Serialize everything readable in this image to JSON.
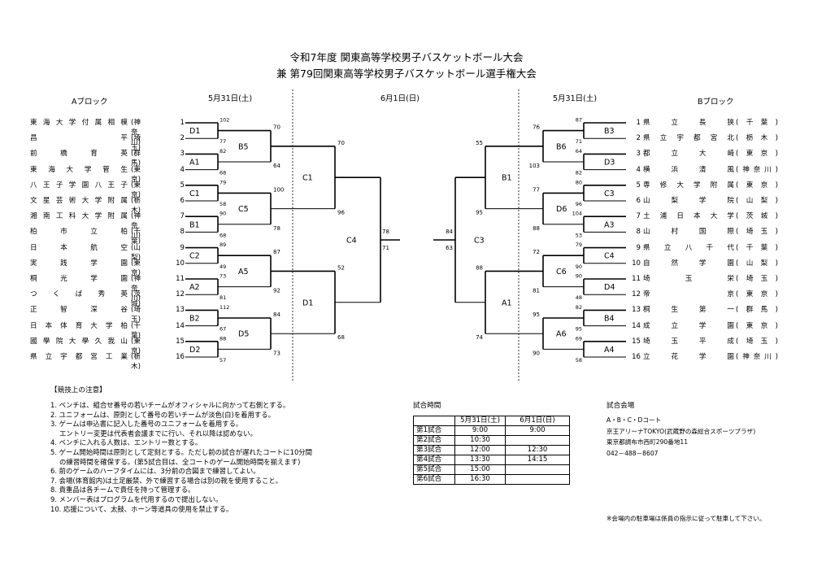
{
  "title1": "令和7年度 関東高等学校男子バスケットボール大会",
  "title2": "兼 第79回関東高等学校男子バスケットボール選手権大会",
  "block_a": "Aブロック",
  "block_b": "Bブロック",
  "date_left": "5月31日(土)",
  "date_center": "6月1日(日)",
  "date_right": "5月31日(土)",
  "left_teams": [
    {
      "no": "1",
      "name": "東海大学付属相模",
      "pref": "神奈川"
    },
    {
      "no": "2",
      "name": "昌平",
      "pref": "埼玉"
    },
    {
      "no": "3",
      "name": "前橋育英",
      "pref": "群馬"
    },
    {
      "no": "4",
      "name": "東海大学菅生",
      "pref": "東京"
    },
    {
      "no": "5",
      "name": "八王子学園八王子",
      "pref": "東京"
    },
    {
      "no": "6",
      "name": "文星芸術大学附属",
      "pref": "栃木"
    },
    {
      "no": "7",
      "name": "湘南工科大学附属",
      "pref": "神奈川"
    },
    {
      "no": "8",
      "name": "柏市立柏",
      "pref": "千葉"
    },
    {
      "no": "9",
      "name": "日本航空",
      "pref": "山梨"
    },
    {
      "no": "10",
      "name": "実践学園",
      "pref": "東京"
    },
    {
      "no": "11",
      "name": "桐光学園",
      "pref": "神奈川"
    },
    {
      "no": "12",
      "name": "つくば秀英",
      "pref": "茨城"
    },
    {
      "no": "13",
      "name": "正智深谷",
      "pref": "埼玉"
    },
    {
      "no": "14",
      "name": "日本体育大学柏",
      "pref": "千葉"
    },
    {
      "no": "15",
      "name": "國學院大學久我山",
      "pref": "東京"
    },
    {
      "no": "16",
      "name": "県立宇都宮工業",
      "pref": "栃木"
    }
  ],
  "right_teams": [
    {
      "no": "1",
      "name": "県立長狭",
      "pref": "千葉"
    },
    {
      "no": "2",
      "name": "県立宇都宮北",
      "pref": "栃木"
    },
    {
      "no": "3",
      "name": "都立大崎",
      "pref": "東京"
    },
    {
      "no": "4",
      "name": "横浜清風",
      "pref": "神奈川"
    },
    {
      "no": "5",
      "name": "専修大学附属",
      "pref": "東京"
    },
    {
      "no": "6",
      "name": "山梨学院",
      "pref": "山梨"
    },
    {
      "no": "7",
      "name": "土浦日本大学",
      "pref": "茨城"
    },
    {
      "no": "8",
      "name": "山村国際",
      "pref": "埼玉"
    },
    {
      "no": "9",
      "name": "県立八千代",
      "pref": "千葉"
    },
    {
      "no": "10",
      "name": "自然学園",
      "pref": "山梨"
    },
    {
      "no": "11",
      "name": "埼玉栄",
      "pref": "埼玉"
    },
    {
      "no": "12",
      "name": "帝京",
      "pref": "東京"
    },
    {
      "no": "13",
      "name": "桐生第一",
      "pref": "群馬"
    },
    {
      "no": "14",
      "name": "成立学園",
      "pref": "東京"
    },
    {
      "no": "15",
      "name": "埼玉平成",
      "pref": "埼玉"
    },
    {
      "no": "16",
      "name": "立花学園",
      "pref": "神奈川"
    }
  ],
  "left_r1_labels": [
    "D1",
    "A1",
    "C1",
    "B1",
    "C2",
    "A2",
    "B2",
    "D2"
  ],
  "left_r1_scores": [
    [
      "102",
      "77"
    ],
    [
      "82",
      "68"
    ],
    [
      "79",
      "58"
    ],
    [
      "90",
      "68"
    ],
    [
      "89",
      "49"
    ],
    [
      "73",
      "81"
    ],
    [
      "112",
      "67"
    ],
    [
      "88",
      "57"
    ]
  ],
  "left_r2_labels": [
    "B5",
    "C5",
    "A5",
    "D5"
  ],
  "left_r2_scores": [
    [
      "70",
      "64"
    ],
    [
      "100",
      "78"
    ],
    [
      "87",
      "92"
    ],
    [
      "84",
      "73"
    ]
  ],
  "left_r3_labels": [
    "C1",
    "D1"
  ],
  "left_r3_scores": [
    [
      "70",
      "96"
    ],
    [
      "52",
      "68"
    ]
  ],
  "left_final_label": "C4",
  "left_final_scores": [
    "78",
    "71"
  ],
  "right_r1_labels": [
    "B3",
    "D3",
    "C3",
    "A3",
    "C4",
    "D4",
    "B4",
    "A4"
  ],
  "right_r1_scores": [
    [
      "87",
      "71"
    ],
    [
      "64",
      "82"
    ],
    [
      "80",
      "96"
    ],
    [
      "104",
      "53"
    ],
    [
      "79",
      "90"
    ],
    [
      "90",
      "48"
    ],
    [
      "82",
      "95"
    ],
    [
      "69",
      "58"
    ]
  ],
  "right_r2_labels": [
    "B6",
    "D6",
    "C6",
    "A6"
  ],
  "right_r2_scores": [
    [
      "76",
      "103"
    ],
    [
      "77",
      "88"
    ],
    [
      "72",
      "81"
    ],
    [
      "95",
      "90"
    ]
  ],
  "right_r3_labels": [
    "B1",
    "A1"
  ],
  "right_r3_scores": [
    [
      "55",
      "95"
    ],
    [
      "88",
      "74"
    ]
  ],
  "right_final_label": "C3",
  "right_final_scores": [
    "84",
    "63"
  ],
  "notes_title": "【競技上の注意】",
  "notes": [
    "1. ベンチは、組合せ番号の若いチームがオフィシャルに向かって右側とする。",
    "2. ユニフォームは、原則として番号の若いチームが淡色(白)を着用する。",
    "3. ゲームは申込書に記入した番号のユニフォームを着用する。",
    "　 エントリー変更は代表者会議までに行い、それ以降は認めない。",
    "4. ベンチに入れる人数は、エントリー数とする。",
    "5. ゲーム開始時間は原則として定刻とする。ただし前の試合が遅れたコートに10分間",
    "　 の練習時間を確保する。(第5試合目は、全コートのゲーム開始時間を揃えます)",
    "6. 前のゲームのハーフタイムには、3分前の合図まで練習してよい。",
    "7. 会場(体育館内)は土足厳禁、外で練習する場合は別の靴を使用すること。",
    "8. 貴重品は各チームで責任を持って管理する。",
    "9. メンバー表はプログラムを代用するので提出しない。",
    "10. 応援について、太鼓、ホーン等道具の使用を禁止する。"
  ],
  "schedule": {
    "title": "試合時間",
    "headers": [
      "",
      "5月31日(土)",
      "6月1日(日)"
    ],
    "rows": [
      [
        "第1試合",
        "9:00",
        "9:00"
      ],
      [
        "第2試合",
        "10:30",
        ""
      ],
      [
        "第3試合",
        "12:00",
        "12:30"
      ],
      [
        "第4試合",
        "13:30",
        "14:15"
      ],
      [
        "第5試合",
        "15:00",
        ""
      ],
      [
        "第6試合",
        "16:30",
        ""
      ]
    ]
  },
  "venue": {
    "title": "試合会場",
    "lines": [
      "A・B・C・Dコート",
      "京王アリーナTOKYO(武蔵野の森総合スポーツプラザ)",
      "東京都調布市西町290番地11",
      "042－488－8607"
    ],
    "footnote": "※会場内の駐車場は係員の指示に従って駐車して下さい。"
  }
}
